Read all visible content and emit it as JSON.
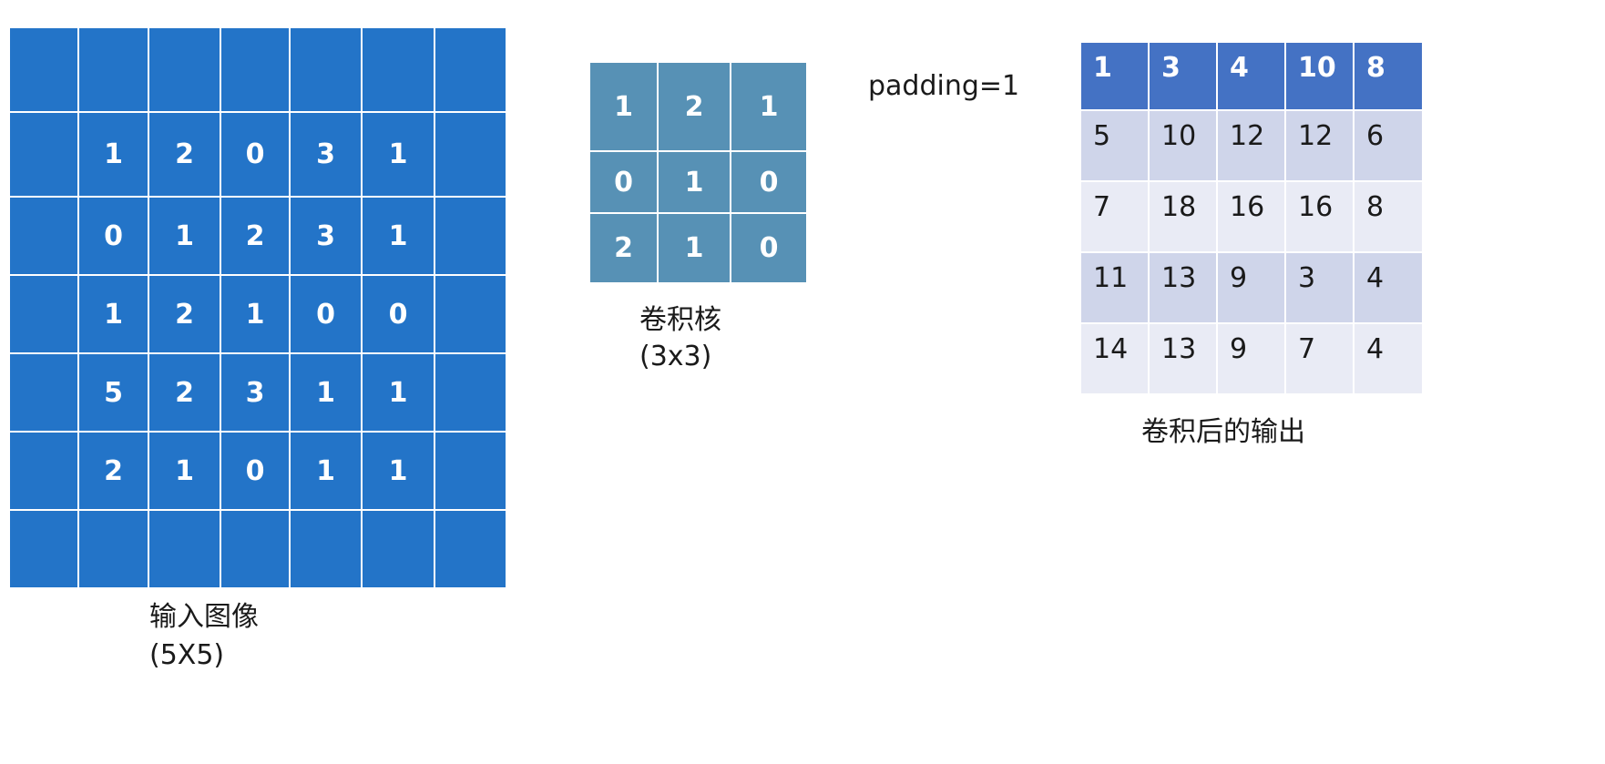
{
  "input": {
    "label": "输入图像",
    "sublabel": "(5X5)",
    "rows": [
      [
        "",
        "",
        "",
        "",
        "",
        "",
        ""
      ],
      [
        "",
        "1",
        "2",
        "0",
        "3",
        "1",
        ""
      ],
      [
        "",
        "0",
        "1",
        "2",
        "3",
        "1",
        ""
      ],
      [
        "",
        "1",
        "2",
        "1",
        "0",
        "0",
        ""
      ],
      [
        "",
        "5",
        "2",
        "3",
        "1",
        "1",
        ""
      ],
      [
        "",
        "2",
        "1",
        "0",
        "1",
        "1",
        ""
      ],
      [
        "",
        "",
        "",
        "",
        "",
        "",
        ""
      ]
    ]
  },
  "kernel": {
    "label": "卷积核",
    "sublabel": "(3x3)",
    "rows": [
      [
        "1",
        "2",
        "1"
      ],
      [
        "0",
        "1",
        "0"
      ],
      [
        "2",
        "1",
        "0"
      ]
    ]
  },
  "padding_text": "padding=1",
  "output": {
    "label": "卷积后的输出",
    "rows": [
      [
        "1",
        "3",
        "4",
        "10",
        "8"
      ],
      [
        "5",
        "10",
        "12",
        "12",
        "6"
      ],
      [
        "7",
        "18",
        "16",
        "16",
        "8"
      ],
      [
        "11",
        "13",
        "9",
        "3",
        "4"
      ],
      [
        "14",
        "13",
        "9",
        "7",
        "4"
      ]
    ]
  },
  "colors": {
    "input_cell": "#2374c8",
    "kernel_cell": "#5791b5",
    "output_header": "#4472c4",
    "output_band_dark": "#cfd5ea",
    "output_band_light": "#e9ebf5"
  }
}
